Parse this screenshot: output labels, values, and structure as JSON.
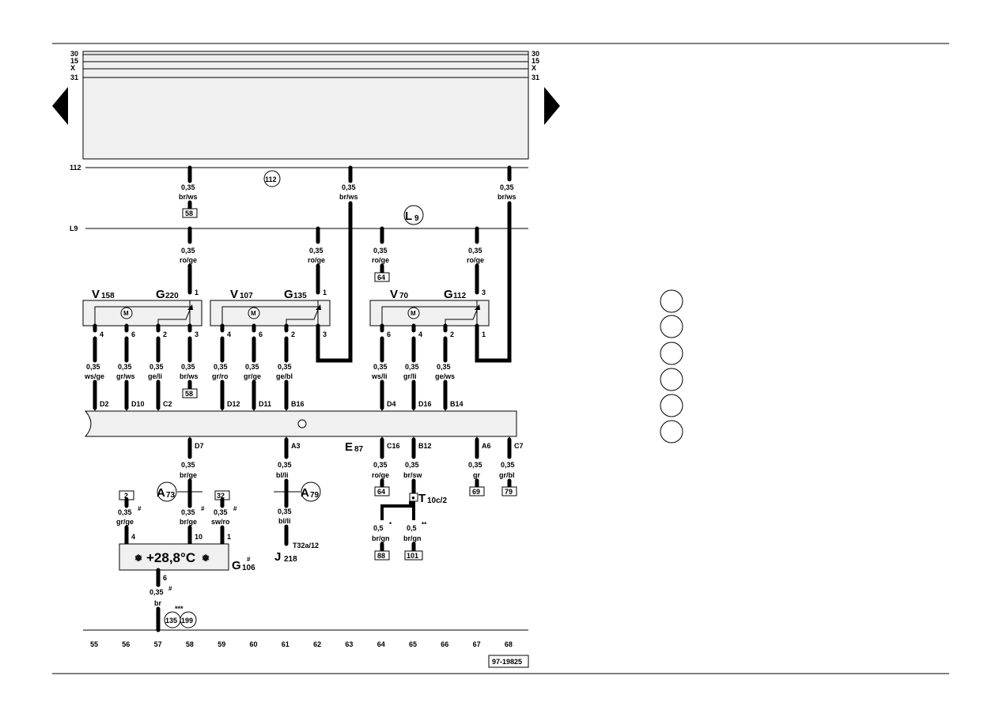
{
  "rails": {
    "left": [
      "30",
      "15",
      "X",
      "31"
    ],
    "right": [
      "30",
      "15",
      "X",
      "31"
    ]
  },
  "bus_labels": {
    "b112": "112",
    "b112_circle": "112",
    "l9": "L9",
    "l9_main": "L",
    "l9_sub": "9"
  },
  "top_wires": {
    "w1": [
      "0,35",
      "br/ws"
    ],
    "w1_box": "58",
    "w2": [
      "0,35",
      "br/ws"
    ],
    "w3": [
      "0,35",
      "br/ws"
    ]
  },
  "l9_wires": {
    "w1": [
      "0,35",
      "ro/ge"
    ],
    "w2": [
      "0,35",
      "ro/ge"
    ],
    "w3": [
      "0,35",
      "ro/ge"
    ],
    "w3_box": "64",
    "w4": [
      "0,35",
      "ro/ge"
    ]
  },
  "modules": {
    "m1": {
      "motor": "V",
      "motor_sub": "158",
      "sensor": "G",
      "sensor_sub": "220",
      "top_pin": "1",
      "pins": [
        "4",
        "6",
        "2",
        "3"
      ],
      "m": "M"
    },
    "m2": {
      "motor": "V",
      "motor_sub": "107",
      "sensor": "G",
      "sensor_sub": "135",
      "top_pin": "1",
      "pins": [
        "4",
        "6",
        "2",
        "3"
      ],
      "m": "M"
    },
    "m3": {
      "motor": "V",
      "motor_sub": "70",
      "sensor": "G",
      "sensor_sub": "112",
      "top_pin": "3",
      "pins": [
        "6",
        "4",
        "2",
        "1"
      ],
      "m": "M"
    }
  },
  "mid_wires": [
    {
      "size": "0,35",
      "color": "ws/ge",
      "conn": "D2"
    },
    {
      "size": "0,35",
      "color": "gr/ws",
      "conn": "D10"
    },
    {
      "size": "0,35",
      "color": "ge/li",
      "conn": "C2"
    },
    {
      "size": "0,35",
      "color": "br/ws",
      "box": "58"
    },
    {
      "size": "0,35",
      "color": "gr/ro",
      "conn": "D12"
    },
    {
      "size": "0,35",
      "color": "gr/ge",
      "conn": "D11"
    },
    {
      "size": "0,35",
      "color": "ge/bl",
      "conn": "B16"
    },
    {
      "size": "0,35",
      "color": "ws/li",
      "conn": "D4"
    },
    {
      "size": "0,35",
      "color": "gr/li",
      "conn": "D16"
    },
    {
      "size": "0,35",
      "color": "ge/ws",
      "conn": "B14"
    }
  ],
  "unit": {
    "main": "E",
    "sub": "87"
  },
  "lower_wires": [
    {
      "conn": "D7",
      "size": "0,35",
      "color": "br/ge"
    },
    {
      "conn": "A3",
      "size": "0,35",
      "color": "bl/li"
    },
    {
      "conn": "C16",
      "size": "0,35",
      "color": "ro/ge",
      "box": "64"
    },
    {
      "conn": "B12",
      "size": "0,35",
      "color": "br/sw"
    },
    {
      "conn": "A6",
      "size": "0,35",
      "color": "gr",
      "box": "69"
    },
    {
      "conn": "C7",
      "size": "0,35",
      "color": "gr/bl",
      "box": "79"
    }
  ],
  "a73": {
    "main": "A",
    "sub": "73"
  },
  "a79": {
    "main": "A",
    "sub": "79"
  },
  "bl_li_lower": [
    "0,35",
    "bl/li"
  ],
  "t32": "T32a/12",
  "j218": {
    "main": "J",
    "sub": "218"
  },
  "t10": {
    "main": "T",
    "sub": "10c/2"
  },
  "t10_wires": {
    "left": {
      "size": "0,5",
      "mark": "*",
      "color": "br/gn",
      "box": "88"
    },
    "right": {
      "size": "0,5",
      "mark": "**",
      "color": "br/gn",
      "box": "101"
    }
  },
  "g106_wires": {
    "w1": {
      "box": "2",
      "size": "0,35",
      "mark": "#",
      "color": "gr/ge",
      "pin": "4"
    },
    "w2": {
      "size": "0,35",
      "mark": "#",
      "color": "br/ge",
      "pin": "10"
    },
    "w3": {
      "box": "32",
      "size": "0,35",
      "mark": "#",
      "color": "sw/ro",
      "pin": "1"
    }
  },
  "display": {
    "text": "+28,8°C",
    "star": "❅"
  },
  "g106": {
    "main": "G",
    "sub": "106",
    "mark": "#"
  },
  "ground_wire": {
    "pin": "6",
    "size": "0,35",
    "mark": "#",
    "color": "br",
    "stars": "***",
    "c1": "135",
    "c2": "199"
  },
  "x_axis": [
    "55",
    "56",
    "57",
    "58",
    "59",
    "60",
    "61",
    "62",
    "63",
    "64",
    "65",
    "66",
    "67",
    "68"
  ],
  "ref": "97-19825"
}
